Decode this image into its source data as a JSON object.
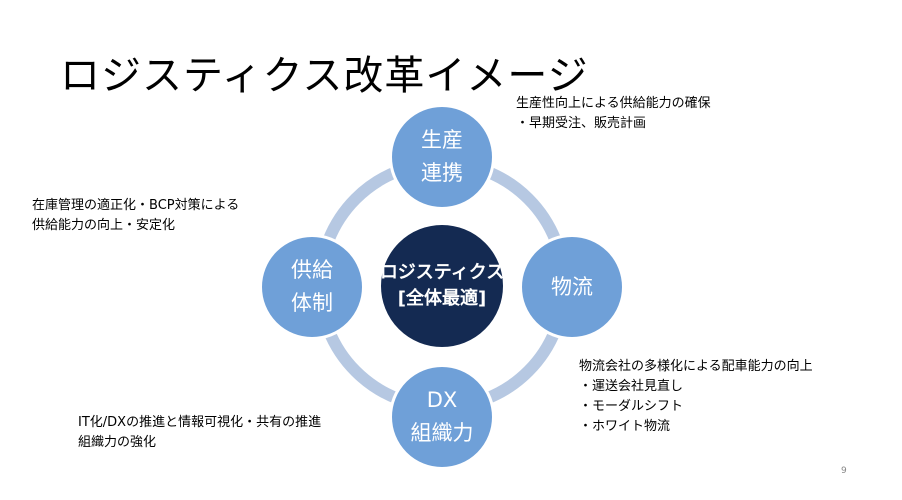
{
  "title": "ロジスティクス改革イメージ",
  "center": {
    "line1": "ロジスティクス",
    "line2": "[全体最適]"
  },
  "nodes": {
    "top": {
      "line1": "生産",
      "line2": "連携"
    },
    "right": {
      "line1": "物流"
    },
    "bottom": {
      "line1": "DX",
      "line2": "組織力"
    },
    "left": {
      "line1": "供給",
      "line2": "体制"
    }
  },
  "notes": {
    "top": [
      "生産性向上による供給能力の確保",
      "・早期受注、販売計画"
    ],
    "left": [
      "在庫管理の適正化・BCP対策による",
      "供給能力の向上・安定化"
    ],
    "right": [
      "物流会社の多様化による配車能力の向上",
      "・運送会社見直し",
      "・モーダルシフト",
      "・ホワイト物流"
    ],
    "bottom_left": [
      "IT化/DXの推進と情報可視化・共有の推進",
      "組織力の強化"
    ]
  },
  "page_number": "9",
  "colors": {
    "ring": "#b6c8e2",
    "node": "#6fa0d8",
    "center": "#142a52"
  }
}
